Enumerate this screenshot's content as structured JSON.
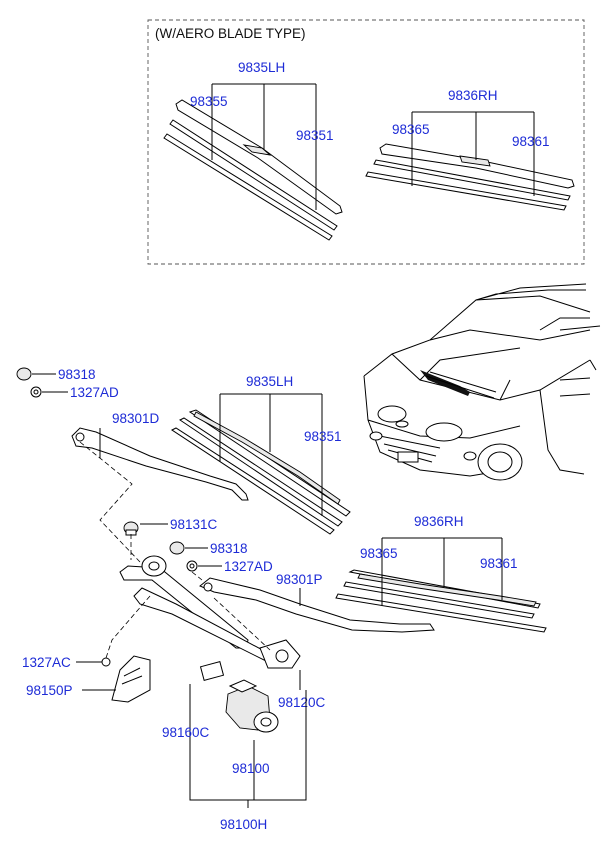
{
  "aero_box": {
    "title": "(W/AERO BLADE TYPE)"
  },
  "labels": {
    "aero_lh_assy": "9835LH",
    "aero_lh_refill": "98355",
    "aero_lh_blade": "98351",
    "aero_rh_assy": "9836RH",
    "aero_rh_refill": "98365",
    "aero_rh_blade": "98361",
    "cap_1": "98318",
    "nut_1": "1327AD",
    "arm_driver": "98301D",
    "lh_assy": "9835LH",
    "lh_blade": "98351",
    "pivot_cap": "98131C",
    "cap_2": "98318",
    "nut_2": "1327AD",
    "arm_passenger": "98301P",
    "rh_assy": "9836RH",
    "rh_refill": "98365",
    "rh_blade": "98361",
    "nut_3": "1327AC",
    "bracket": "98150P",
    "crank": "98120C",
    "link": "98160C",
    "motor": "98100",
    "linkage_assy": "98100H"
  },
  "colors": {
    "label": "#1d2bd6",
    "line": "#000000",
    "box": "#555555"
  }
}
